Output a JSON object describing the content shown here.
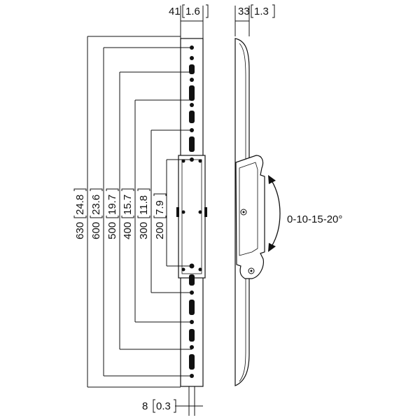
{
  "dimensions": {
    "top_width": {
      "value": "41",
      "inch": "1.6"
    },
    "side_depth": {
      "value": "33",
      "inch": "1.3"
    },
    "bottom_offset": {
      "value": "8",
      "inch": "0.3"
    },
    "heights": [
      {
        "value": "630",
        "inch": "24.8"
      },
      {
        "value": "600",
        "inch": "23.6"
      },
      {
        "value": "500",
        "inch": "19.7"
      },
      {
        "value": "400",
        "inch": "15.7"
      },
      {
        "value": "300",
        "inch": "11.8"
      },
      {
        "value": "200",
        "inch": "7.9"
      }
    ]
  },
  "tilt_label": "0-10-15-20°"
}
